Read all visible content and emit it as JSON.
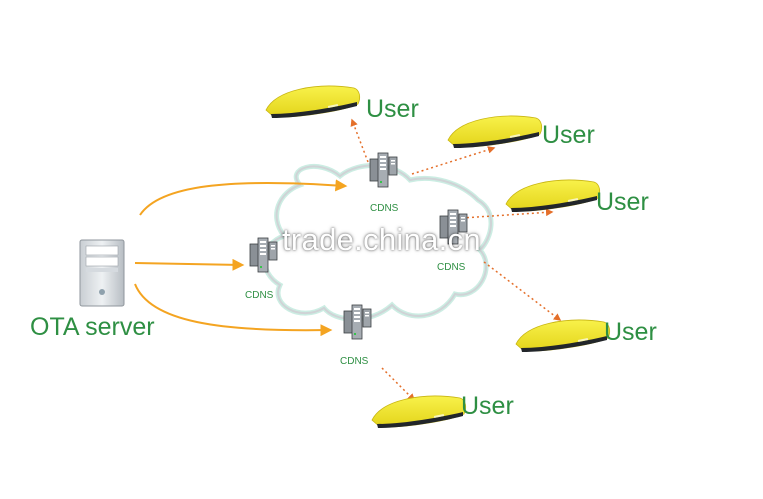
{
  "colors": {
    "label_green": "#2e8f43",
    "arrow_orange": "#f4a421",
    "dotted_orange": "#e46f2a",
    "cloud_outline": "#cfd3d6",
    "cloud_halo": "#bfe8dc",
    "device_yellow": "#f4e829"
  },
  "origin": {
    "label": "OTA server",
    "icon": "server-tower-icon"
  },
  "cdns_nodes": [
    {
      "label": "CDNS",
      "icon": "server-rack-icon"
    },
    {
      "label": "CDNS",
      "icon": "server-rack-icon"
    },
    {
      "label": "CDNS",
      "icon": "server-rack-icon"
    },
    {
      "label": "CDNS",
      "icon": "server-rack-icon"
    }
  ],
  "users": [
    {
      "label": "User",
      "icon": "router-device-icon"
    },
    {
      "label": "User",
      "icon": "router-device-icon"
    },
    {
      "label": "User",
      "icon": "router-device-icon"
    },
    {
      "label": "User",
      "icon": "router-device-icon"
    },
    {
      "label": "User",
      "icon": "router-device-icon"
    }
  ],
  "watermark": "trade.china.cn"
}
